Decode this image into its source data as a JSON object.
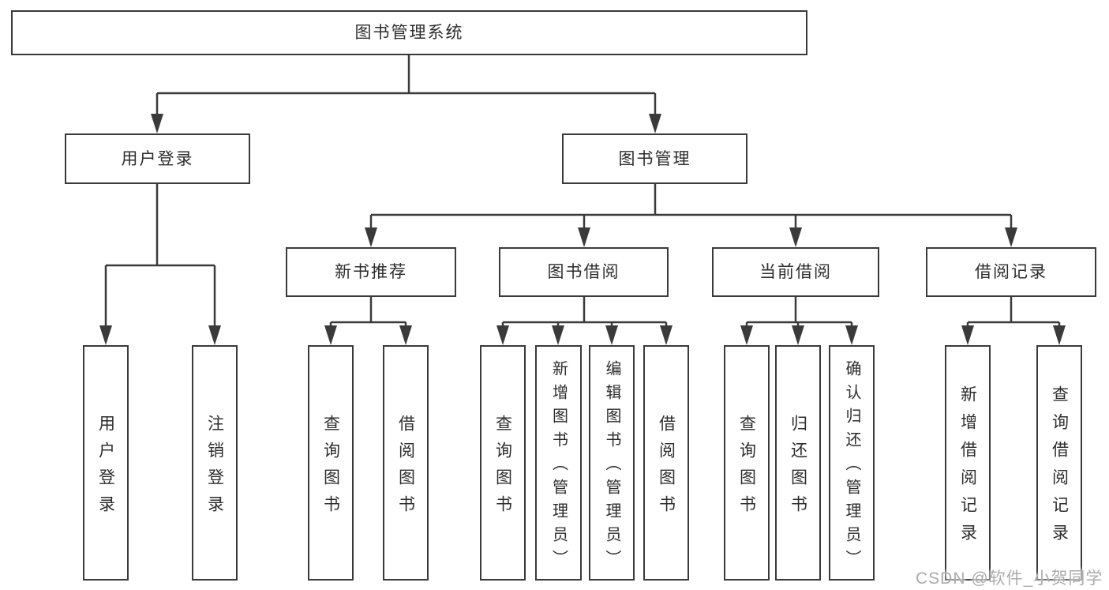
{
  "diagram": {
    "root": {
      "label": "图书管理系统"
    },
    "branches": {
      "user_login": {
        "label": "用户登录",
        "children": {
          "login": {
            "label": "用户登录"
          },
          "logout": {
            "label": "注销登录"
          }
        }
      },
      "book_management": {
        "label": "图书管理",
        "children": {
          "new_books": {
            "label": "新书推荐",
            "children": {
              "query": {
                "label": "查询图书"
              },
              "borrow": {
                "label": "借阅图书"
              }
            }
          },
          "borrowing": {
            "label": "图书借阅",
            "children": {
              "query": {
                "label": "查询图书"
              },
              "add": {
                "label": "新增图书（管理员）"
              },
              "edit": {
                "label": "编辑图书（管理员）"
              },
              "borrow": {
                "label": "借阅图书"
              }
            }
          },
          "current": {
            "label": "当前借阅",
            "children": {
              "query": {
                "label": "查询图书"
              },
              "return": {
                "label": "归还图书"
              },
              "confirm": {
                "label": "确认归还（管理员）"
              }
            }
          },
          "records": {
            "label": "借阅记录",
            "children": {
              "add": {
                "label": "新增借阅记录"
              },
              "query": {
                "label": "查询借阅记录"
              }
            }
          }
        }
      }
    }
  },
  "watermark": {
    "text": "CSDN @软件_小贺同学"
  },
  "colors": {
    "line": "#3a3a3a",
    "box_border": "#3a3a3a",
    "text": "#2d2d2d",
    "watermark": "#ababab",
    "background": "#ffffff"
  }
}
